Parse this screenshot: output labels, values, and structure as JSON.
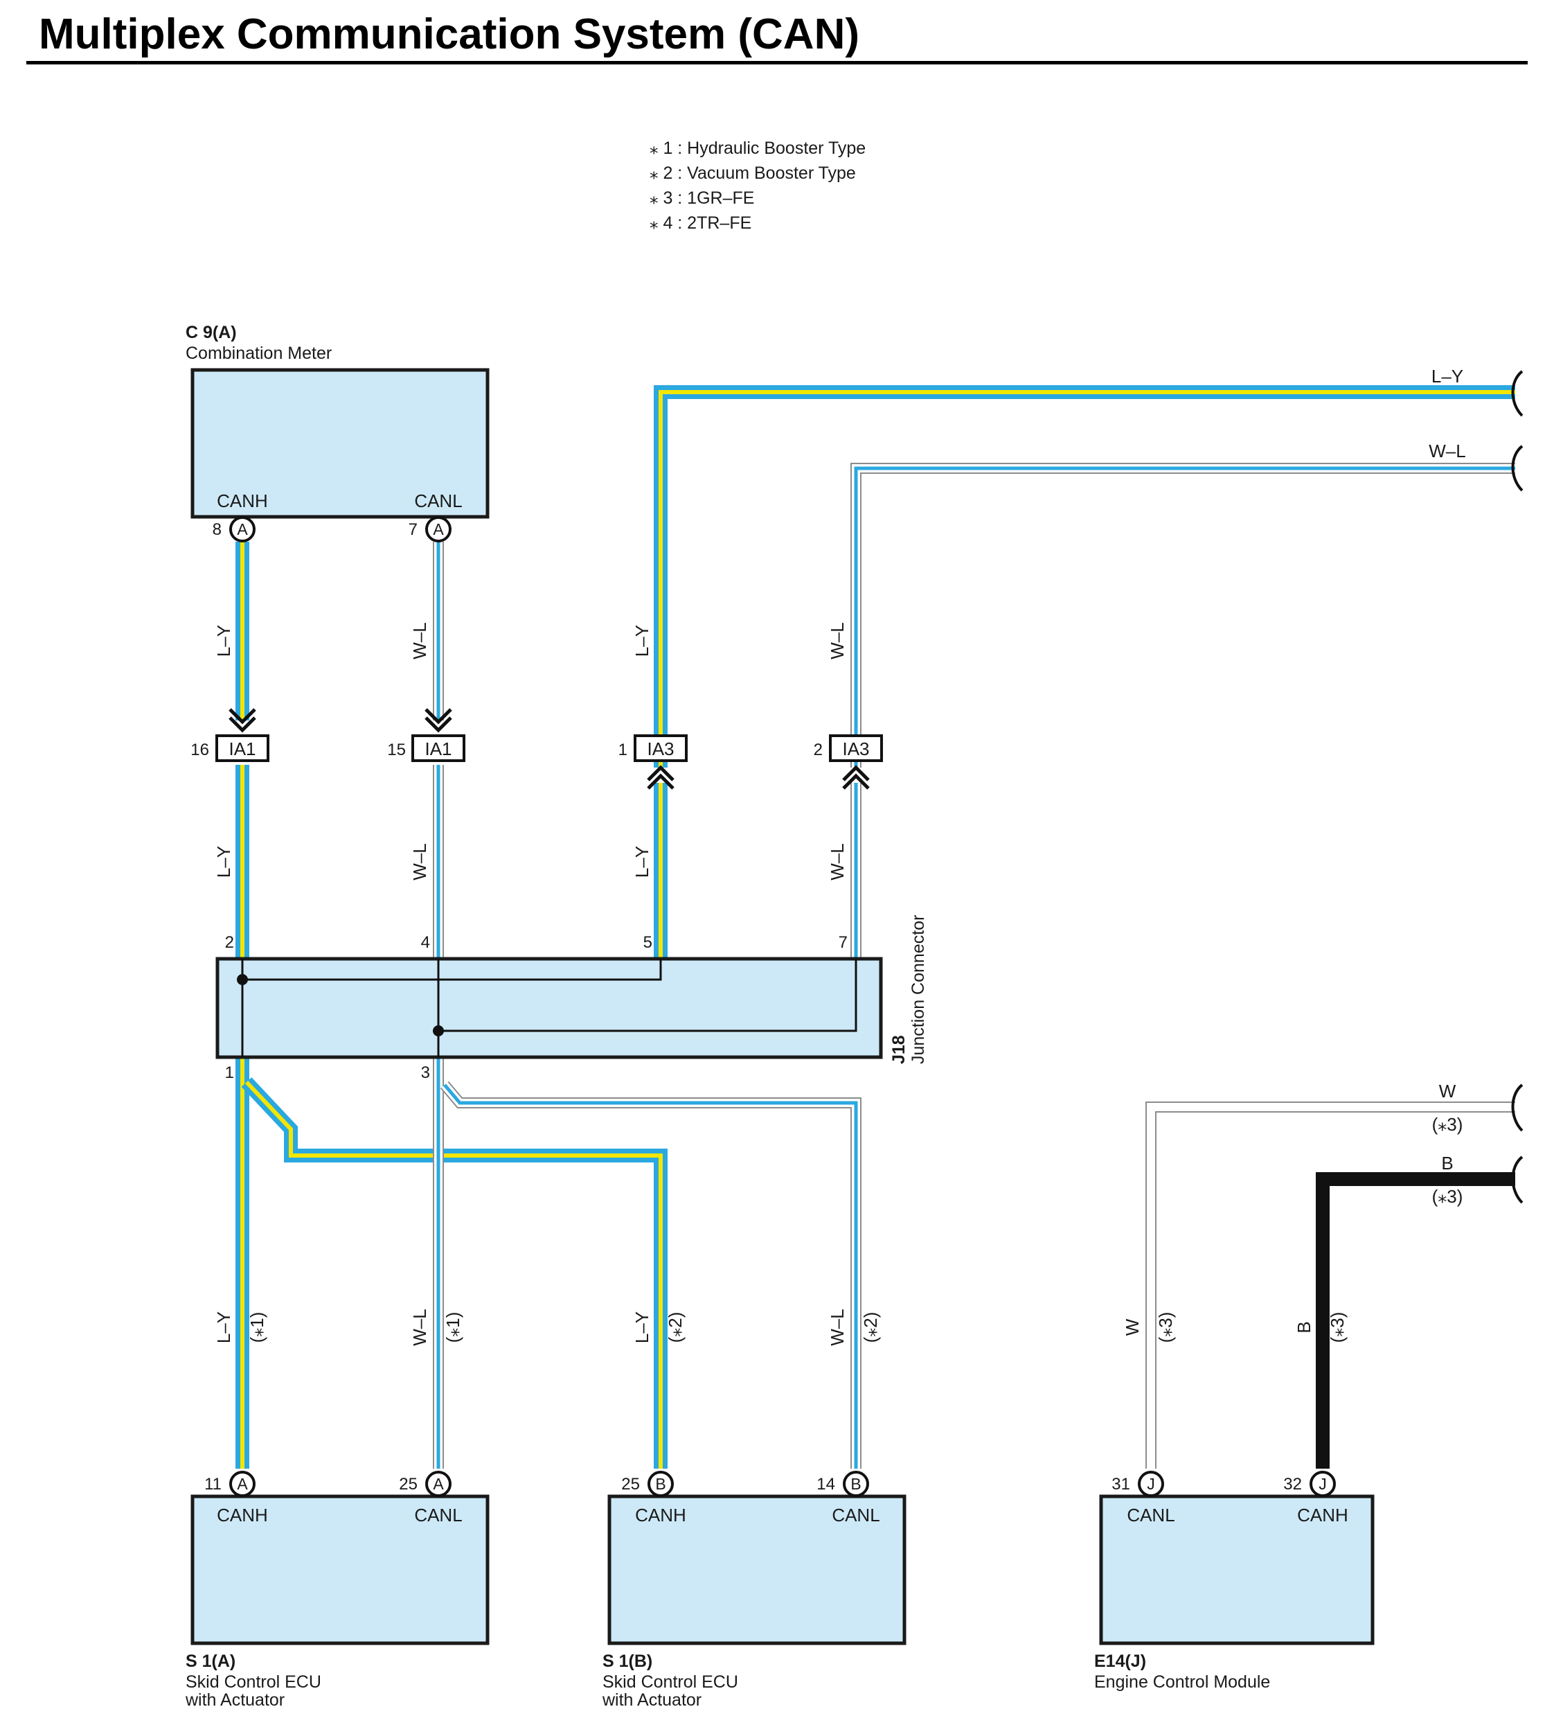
{
  "page": {
    "title": "Multiplex Communication System (CAN)"
  },
  "colors": {
    "wire_blue": "#2ba8e0",
    "wire_yellow": "#f3e600",
    "wire_white_outline": "#8c8c8c",
    "wire_black": "#111111",
    "component_fill": "#cde9f7",
    "component_border": "#1a1a1a"
  },
  "notes": [
    "⁎ 1 : Hydraulic Booster Type",
    "⁎ 2 : Vacuum Booster Type",
    "⁎ 3 : 1GR–FE",
    "⁎ 4 : 2TR–FE"
  ],
  "components": {
    "combination_meter": {
      "code": "C 9(A)",
      "name": "Combination Meter",
      "pin_left_label": "CANH",
      "pin_right_label": "CANL",
      "pin_left_num": "8",
      "pin_right_num": "7",
      "pin_left_conn": "A",
      "pin_right_conn": "A"
    },
    "junction_connector": {
      "code": "J18",
      "name": "Junction Connector",
      "pins_top": [
        "2",
        "4",
        "5",
        "7"
      ],
      "pins_bottom": [
        "1",
        "3"
      ]
    },
    "skid_a": {
      "code": "S 1(A)",
      "name_line1": "Skid Control ECU",
      "name_line2": "with Actuator",
      "pin_left_label": "CANH",
      "pin_right_label": "CANL",
      "pin_left_num": "11",
      "pin_right_num": "25",
      "pin_left_conn": "A",
      "pin_right_conn": "A"
    },
    "skid_b": {
      "code": "S 1(B)",
      "name_line1": "Skid Control ECU",
      "name_line2": "with Actuator",
      "pin_left_label": "CANH",
      "pin_right_label": "CANL",
      "pin_left_num": "25",
      "pin_right_num": "14",
      "pin_left_conn": "B",
      "pin_right_conn": "B"
    },
    "ecm": {
      "code": "E14(J)",
      "name": "Engine Control Module",
      "pin_left_label": "CANL",
      "pin_right_label": "CANH",
      "pin_left_num": "31",
      "pin_right_num": "32",
      "pin_left_conn": "J",
      "pin_right_conn": "J"
    }
  },
  "connectors": [
    {
      "pin": "16",
      "name": "IA1"
    },
    {
      "pin": "15",
      "name": "IA1"
    },
    {
      "pin": "1",
      "name": "IA3"
    },
    {
      "pin": "2",
      "name": "IA3"
    }
  ],
  "wire_labels": {
    "ly": "L–Y",
    "wl": "W–L",
    "w": "W",
    "b": "B",
    "n1": "(⁎1)",
    "n2": "(⁎2)",
    "n3": "(⁎3)"
  },
  "right_edge": {
    "ly": "L–Y",
    "wl": "W–L",
    "w": "W",
    "w_note": "(⁎3)",
    "b": "B",
    "b_note": "(⁎3)"
  }
}
